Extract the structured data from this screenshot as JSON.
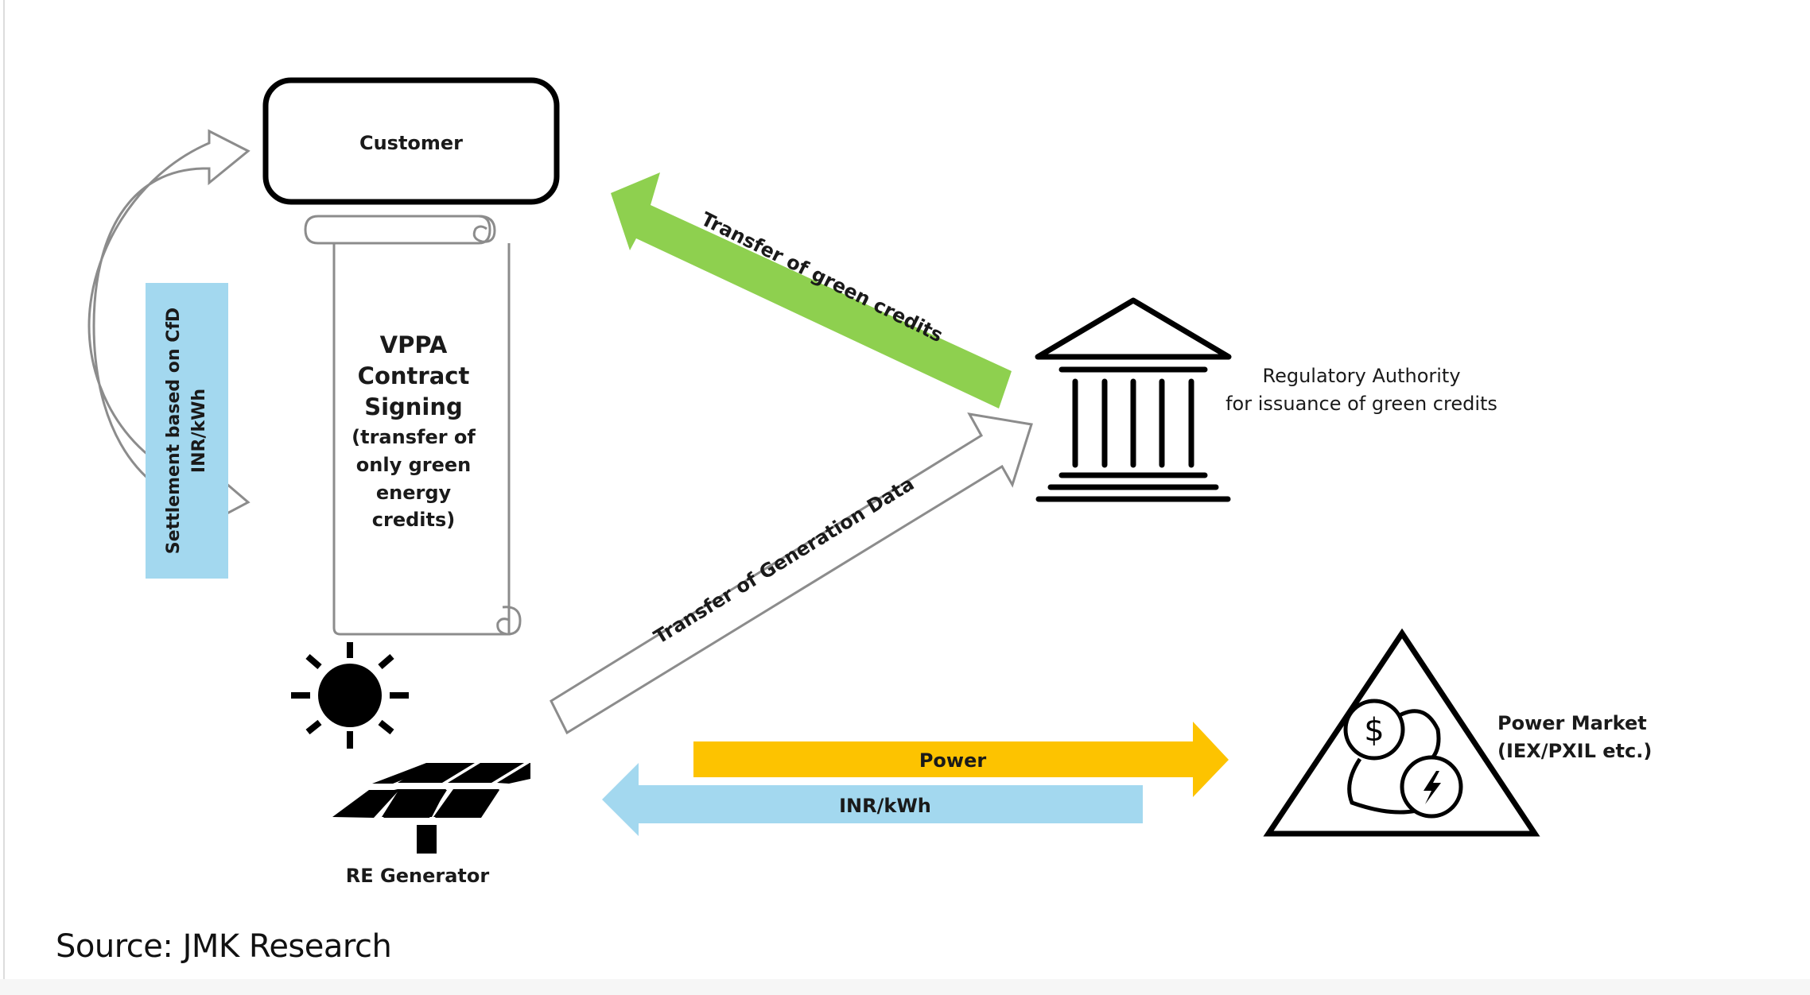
{
  "diagram": {
    "title": "VPPA green credit flow",
    "nodes": {
      "customer": {
        "label": "Customer"
      },
      "contract": {
        "title_lines": [
          "VPPA",
          "Contract",
          "Signing"
        ],
        "sub_lines": [
          "(transfer of",
          "only green",
          "energy",
          "credits)"
        ]
      },
      "regulator": {
        "label_lines": [
          "Regulatory Authority",
          "for issuance of green credits"
        ]
      },
      "generator": {
        "label": "RE Generator"
      },
      "market": {
        "label_lines": [
          "Power Market",
          "(IEX/PXIL etc.)"
        ]
      }
    },
    "flows": {
      "settlement": {
        "label_lines": [
          "Settlement based on CfD",
          "INR/kWh"
        ],
        "from": "Customer",
        "to": "RE Generator",
        "direction": "bidirectional"
      },
      "green_credits": {
        "label": "Transfer of green credits",
        "from": "Regulatory Authority",
        "to": "Customer"
      },
      "generation_data": {
        "label": "Transfer of Generation Data",
        "from": "RE Generator",
        "to": "Regulatory Authority"
      },
      "power": {
        "label": "Power",
        "from": "RE Generator",
        "to": "Power Market"
      },
      "payment": {
        "label": "INR/kWh",
        "from": "Power Market",
        "to": "RE Generator"
      }
    },
    "icons": {
      "regulator": "government-building-icon",
      "generator_sun": "sun-icon",
      "generator_panel": "solar-panel-icon",
      "market": "currency-exchange-triangle-icon",
      "market_coin_1": "dollar-coin-icon",
      "market_coin_2": "lightning-coin-icon"
    },
    "colors": {
      "green_arrow": "#8ed04f",
      "power_arrow": "#fdc300",
      "payment_arrow": "#a3d8ef",
      "settlement_box": "#a3d8ef",
      "outline_gray": "#8c8c8c",
      "ink": "#111111"
    }
  },
  "footer": {
    "source": "Source: JMK Research"
  }
}
